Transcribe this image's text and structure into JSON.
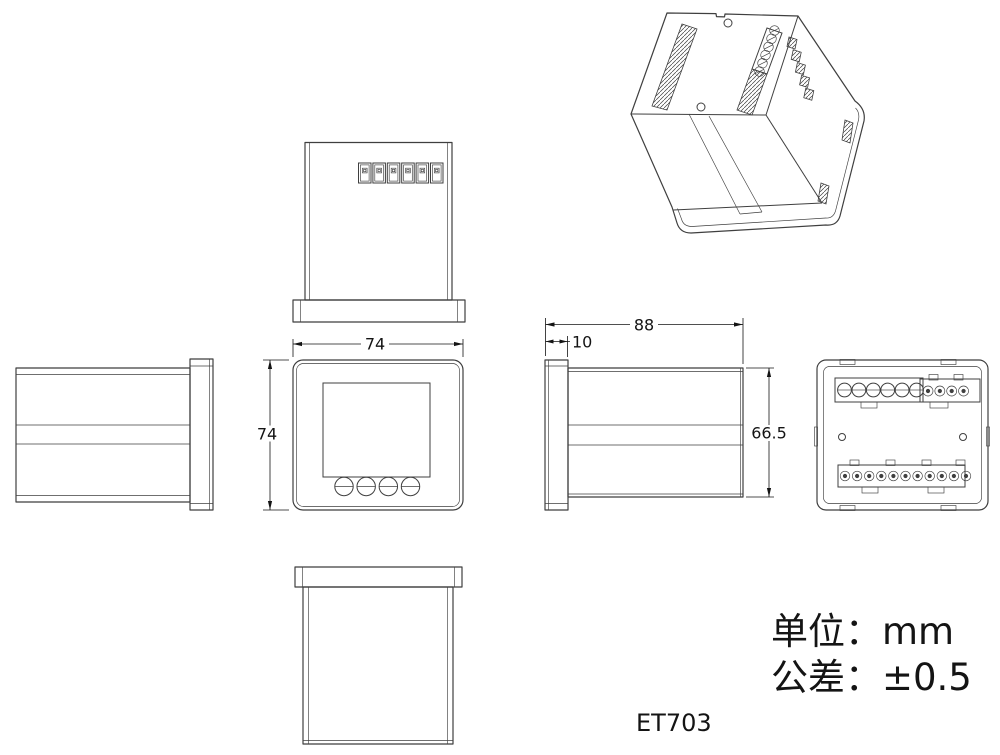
{
  "notes": {
    "unit": "单位：mm",
    "tolerance": "公差：±0.5",
    "model": "ET703"
  },
  "dimensions": {
    "front_width_mm": "74",
    "front_height_mm": "74",
    "total_depth_mm": "88",
    "bezel_depth_mm": "10",
    "body_height_mm": "66.5"
  },
  "counts": {
    "top_view_terminals": 6,
    "front_buttons": 4,
    "back_screw_terminals": 6,
    "back_pin_terminals_top": 4,
    "back_pin_terminals_bottom": 11,
    "iso_side_slots": 5
  },
  "colors": {
    "line": "#3f3f3f",
    "text": "#141414",
    "background": "#ffffff"
  }
}
